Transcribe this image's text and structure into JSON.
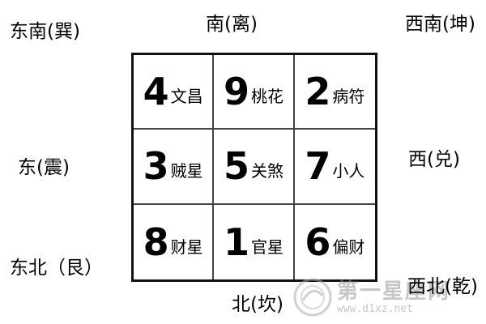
{
  "directions": {
    "south": "南(离)",
    "southwest": "西南(坤)",
    "southeast": "东南(巽)",
    "east": "东(震)",
    "west": "西(兑)",
    "northeast": "东北（艮）",
    "northwest": "西北(乾)",
    "north": "北(坎)"
  },
  "grid": [
    {
      "number": "4",
      "star": "文昌"
    },
    {
      "number": "9",
      "star": "桃花"
    },
    {
      "number": "2",
      "star": "病符"
    },
    {
      "number": "3",
      "star": "贼星"
    },
    {
      "number": "5",
      "star": "关煞"
    },
    {
      "number": "7",
      "star": "小人"
    },
    {
      "number": "8",
      "star": "财星"
    },
    {
      "number": "1",
      "star": "官星"
    },
    {
      "number": "6",
      "star": "偏财"
    }
  ],
  "watermark": {
    "name": "第一星座网",
    "url": "www.d1xz.net"
  }
}
